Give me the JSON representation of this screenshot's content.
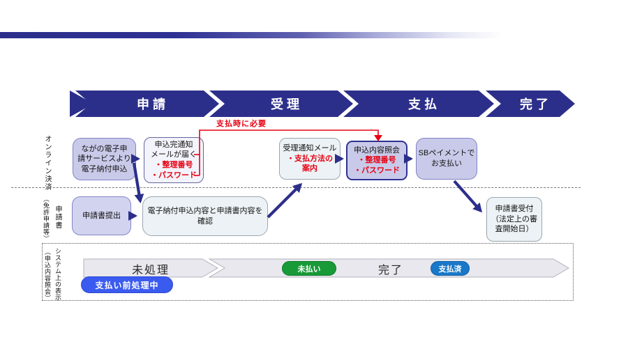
{
  "stages": [
    {
      "label": "申請"
    },
    {
      "label": "受理"
    },
    {
      "label": "支払"
    },
    {
      "label": "完了"
    }
  ],
  "annotation": {
    "payment_note": "支払時に必要"
  },
  "rows": {
    "online": {
      "label": "オンライン決済",
      "apply_box": "ながの電子申\n請サービスより\n電子納付申込",
      "mail_box_main": "申込完通知\nメールが届く",
      "mail_box_detail": "・整理番号\n・パスワード",
      "accept_box_main": "受理通知メール",
      "accept_box_detail": "・支払方法の\n案内",
      "inquiry_box_main": "申込内容照会",
      "inquiry_box_detail": "・整理番号\n・パスワード",
      "payment_box": "SBペイメントで\nお支払い"
    },
    "paper": {
      "label_main": "申請書",
      "label_sub": "（免許申請等）",
      "submit_box": "申請書提出",
      "confirm_box": "電子納付申込内容と申請書内容を\n確認",
      "receipt_box": "申請書受付\n（法定上の審\n査開始日）"
    },
    "system": {
      "label_main": "システム上の表示",
      "label_sub": "（申込内容照会）",
      "bar_unprocessed": "未処理",
      "badge_unpaid": "未払い",
      "bar_done": "完了",
      "badge_paid": "支払済",
      "badge_preprocessing": "支払い前処理中"
    }
  },
  "colors": {
    "navy": "#2c2f8a",
    "red": "#e60012",
    "badge_unpaid": "#189a38",
    "badge_paid": "#1a78c8",
    "badge_preprocessing": "#3b5bf0"
  }
}
